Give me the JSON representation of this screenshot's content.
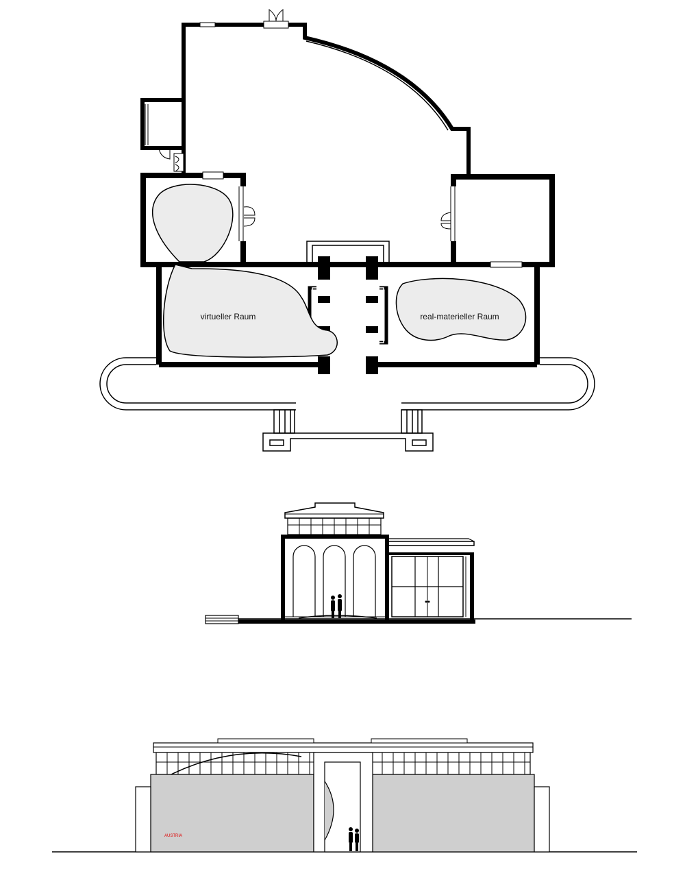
{
  "labels": {
    "virtual_space": "virtueller Raum",
    "real_space": "real-materieller Raum",
    "country": "AUSTRIA"
  },
  "colors": {
    "ink": "#000000",
    "blob_fill": "#ececec",
    "facade_fill": "#cfcfcf",
    "accent": "#e00000"
  }
}
